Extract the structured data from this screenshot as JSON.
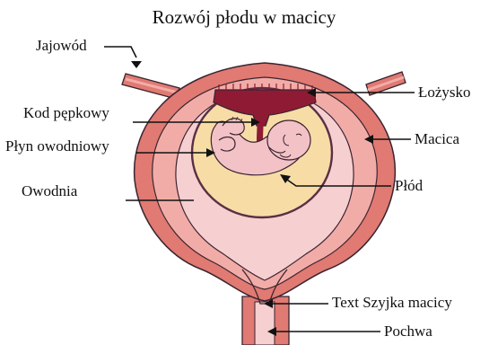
{
  "title": "Rozwój płodu w macicy",
  "labels": {
    "jajowod": "Jajowód",
    "lozysko": "Łożysko",
    "kod_pepkowy": "Kod pępkowy",
    "plyn_owodniowy": "Płyn owodniowy",
    "macica": "Macica",
    "owodnia": "Owodnia",
    "plod": "Płód",
    "szyjka_macicy": "Text Szyjka macicy",
    "pochwa": "Pochwa"
  },
  "colors": {
    "uterus_outer": "#e07a72",
    "uterus_mid": "#f2aca7",
    "uterus_inner": "#f6cfd0",
    "placenta": "#8e1b33",
    "amniotic_fluid": "#f7dca6",
    "fetus": "#f3c2c6",
    "outline": "#3a2430"
  }
}
